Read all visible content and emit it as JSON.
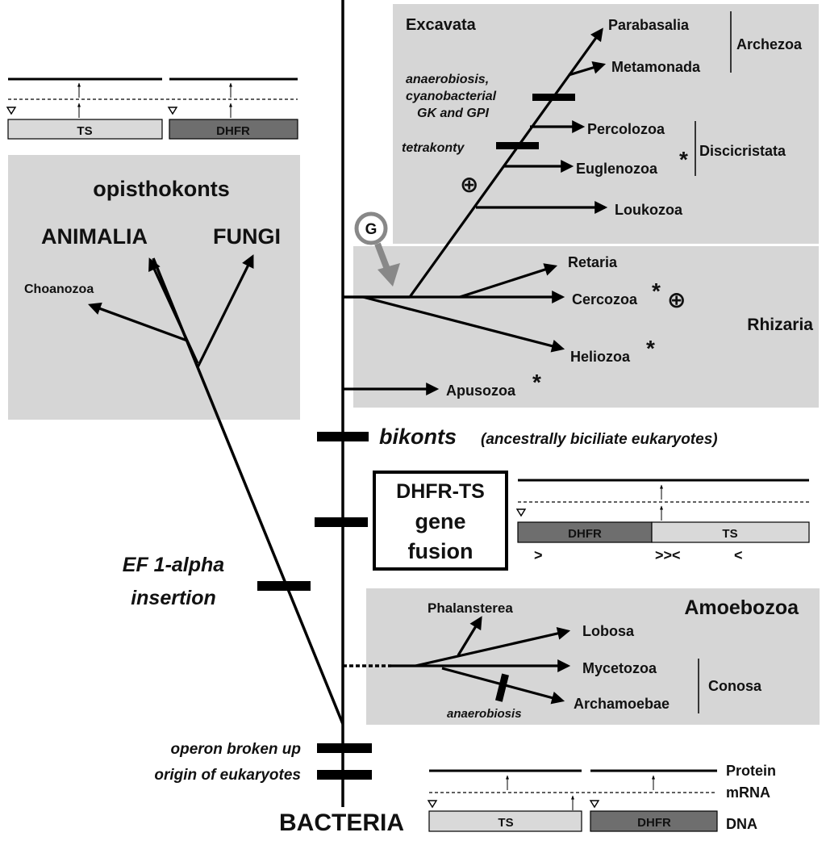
{
  "colors": {
    "panel": "#d6d6d6",
    "ts_fill": "#d9d9d9",
    "dhfr_fill": "#6e6e6e",
    "line": "#000000",
    "g_arrow": "#888888"
  },
  "groups": {
    "excavata": "Excavata",
    "opisthokonts": "opisthokonts",
    "rhizaria": "Rhizaria",
    "amoebozoa": "Amoebozoa"
  },
  "taxa": {
    "parabasalia": "Parabasalia",
    "metamonada": "Metamonada",
    "archezoa": "Archezoa",
    "percolozoa": "Percolozoa",
    "euglenozoa": "Euglenozoa",
    "discicristata": "Discicristata",
    "loukozoa": "Loukozoa",
    "retaria": "Retaria",
    "cercozoa": "Cercozoa",
    "heliozoa": "Heliozoa",
    "apusozoa": "Apusozoa",
    "animalia": "ANIMALIA",
    "fungi": "FUNGI",
    "choanozoa": "Choanozoa",
    "phalansterea": "Phalansterea",
    "lobosa": "Lobosa",
    "mycetozoa": "Mycetozoa",
    "archamoebae": "Archamoebae",
    "conosa": "Conosa",
    "bacteria": "BACTERIA"
  },
  "events": {
    "anaerobiosis_cyano": [
      "anaerobiosis,",
      "cyanobacterial",
      "GK and GPI"
    ],
    "tetrakonty": "tetrakonty",
    "bikonts": "bikonts",
    "bikonts_note": "(ancestrally biciliate eukaryotes)",
    "fusion": [
      "DHFR-TS",
      "gene",
      "fusion"
    ],
    "ef_insertion": [
      "EF 1-alpha",
      "insertion"
    ],
    "anaerobiosis_amoeba": "anaerobiosis",
    "operon": "operon broken up",
    "origin": "origin of eukaryotes"
  },
  "symbols": {
    "asterisk": "*",
    "plus": "⊕",
    "g_marker": "G"
  },
  "genes": {
    "ts": "TS",
    "dhfr": "DHFR",
    "arrows_left": ">",
    "arrows_mid": ">><",
    "arrows_right": "<"
  },
  "legend": {
    "protein": "Protein",
    "mrna": "mRNA",
    "dna": "DNA"
  }
}
